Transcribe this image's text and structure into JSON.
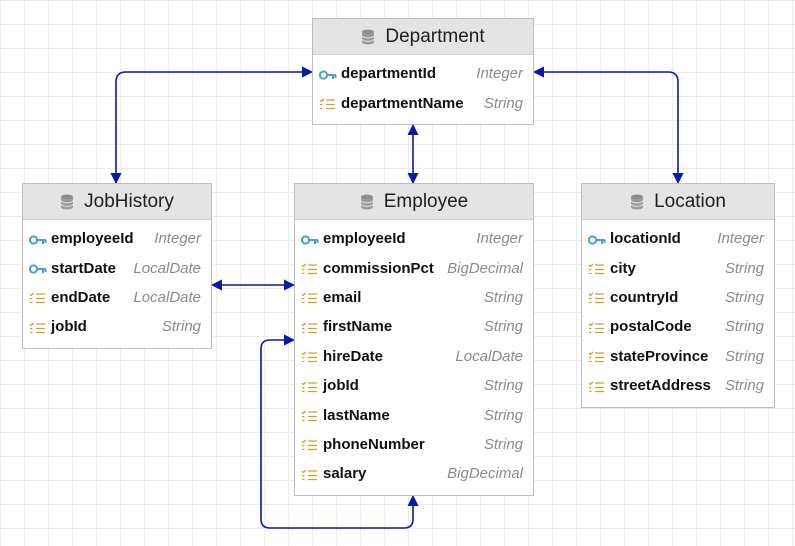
{
  "colors": {
    "connector": "#0a1aa8",
    "key": "#4a9fd8",
    "field": "#d89b2e"
  },
  "entities": {
    "department": {
      "name": "Department",
      "fields": [
        {
          "name": "departmentId",
          "type": "Integer",
          "icon": "key-icon"
        },
        {
          "name": "departmentName",
          "type": "String",
          "icon": "field-icon"
        }
      ]
    },
    "jobhistory": {
      "name": "JobHistory",
      "fields": [
        {
          "name": "employeeId",
          "type": "Integer",
          "icon": "key-icon"
        },
        {
          "name": "startDate",
          "type": "LocalDate",
          "icon": "key-icon"
        },
        {
          "name": "endDate",
          "type": "LocalDate",
          "icon": "field-icon"
        },
        {
          "name": "jobId",
          "type": "String",
          "icon": "field-icon"
        }
      ]
    },
    "employee": {
      "name": "Employee",
      "fields": [
        {
          "name": "employeeId",
          "type": "Integer",
          "icon": "key-icon"
        },
        {
          "name": "commissionPct",
          "type": "BigDecimal",
          "icon": "field-icon"
        },
        {
          "name": "email",
          "type": "String",
          "icon": "field-icon"
        },
        {
          "name": "firstName",
          "type": "String",
          "icon": "field-icon"
        },
        {
          "name": "hireDate",
          "type": "LocalDate",
          "icon": "field-icon"
        },
        {
          "name": "jobId",
          "type": "String",
          "icon": "field-icon"
        },
        {
          "name": "lastName",
          "type": "String",
          "icon": "field-icon"
        },
        {
          "name": "phoneNumber",
          "type": "String",
          "icon": "field-icon"
        },
        {
          "name": "salary",
          "type": "BigDecimal",
          "icon": "field-icon"
        }
      ]
    },
    "location": {
      "name": "Location",
      "fields": [
        {
          "name": "locationId",
          "type": "Integer",
          "icon": "key-icon"
        },
        {
          "name": "city",
          "type": "String",
          "icon": "field-icon"
        },
        {
          "name": "countryId",
          "type": "String",
          "icon": "field-icon"
        },
        {
          "name": "postalCode",
          "type": "String",
          "icon": "field-icon"
        },
        {
          "name": "stateProvince",
          "type": "String",
          "icon": "field-icon"
        },
        {
          "name": "streetAddress",
          "type": "String",
          "icon": "field-icon"
        }
      ]
    }
  }
}
